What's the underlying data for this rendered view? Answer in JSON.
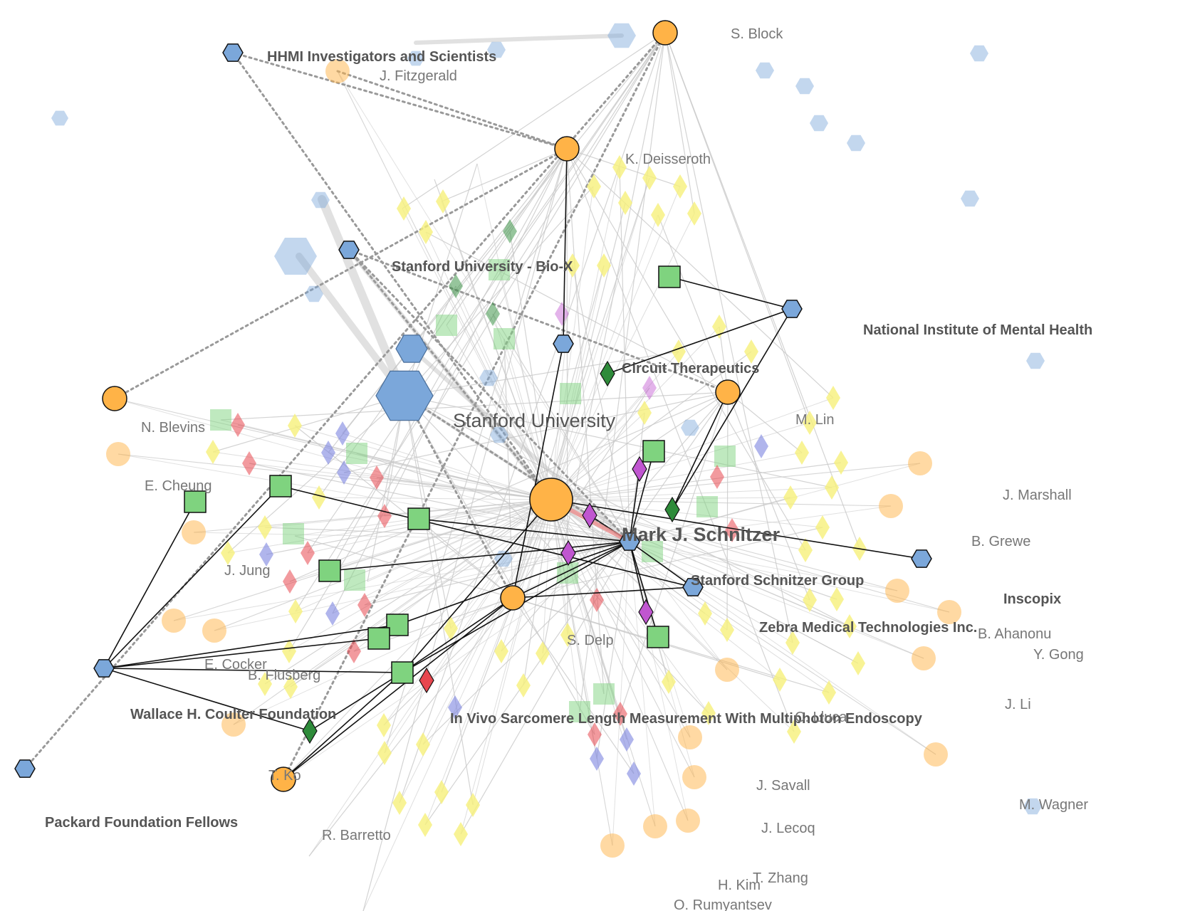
{
  "diagram": {
    "central_person": "Mark J. Schnitzer",
    "colors": {
      "person": "#FFB347",
      "organization": "#7BA7DA",
      "project": "#7FD37F",
      "dark_diamond": "#2E8B3A",
      "purple_diamond": "#C056D0",
      "red_diamond": "#E8474F",
      "blue_diamond": "#7C84E0",
      "yellow_diamond": "#F6F07A",
      "edge_strong": "#111111",
      "edge_faint": "#c9c9c9",
      "edge_dotted": "#999999"
    },
    "people": [
      {
        "id": "schnitzer",
        "label": "Mark J. Schnitzer",
        "emphasis": "center"
      },
      {
        "id": "block",
        "label": "S. Block",
        "emphasis": "strong"
      },
      {
        "id": "fitzgerald",
        "label": "J. Fitzgerald",
        "emphasis": "faded"
      },
      {
        "id": "deisseroth",
        "label": "K. Deisseroth",
        "emphasis": "strong"
      },
      {
        "id": "blevins",
        "label": "N. Blevins",
        "emphasis": "strong"
      },
      {
        "id": "cheung",
        "label": "E. Cheung",
        "emphasis": "faded"
      },
      {
        "id": "jung",
        "label": "J. Jung",
        "emphasis": "faded"
      },
      {
        "id": "cocker",
        "label": "E. Cocker",
        "emphasis": "faded"
      },
      {
        "id": "flusberg",
        "label": "B. Flusberg",
        "emphasis": "faded"
      },
      {
        "id": "ko",
        "label": "T. Ko",
        "emphasis": "faded"
      },
      {
        "id": "barretto",
        "label": "R. Barretto",
        "emphasis": "strong"
      },
      {
        "id": "delp",
        "label": "S. Delp",
        "emphasis": "strong"
      },
      {
        "id": "lin",
        "label": "M. Lin",
        "emphasis": "strong"
      },
      {
        "id": "marshall",
        "label": "J. Marshall",
        "emphasis": "faded"
      },
      {
        "id": "grewe",
        "label": "B. Grewe",
        "emphasis": "faded"
      },
      {
        "id": "ahanonu",
        "label": "B. Ahanonu",
        "emphasis": "faded"
      },
      {
        "id": "gong",
        "label": "Y. Gong",
        "emphasis": "faded"
      },
      {
        "id": "li",
        "label": "J. Li",
        "emphasis": "faded"
      },
      {
        "id": "lluca",
        "label": "C. Lluca",
        "emphasis": "faded"
      },
      {
        "id": "wagner",
        "label": "M. Wagner",
        "emphasis": "faded"
      },
      {
        "id": "savall",
        "label": "J. Savall",
        "emphasis": "faded"
      },
      {
        "id": "lecoq",
        "label": "J. Lecoq",
        "emphasis": "faded"
      },
      {
        "id": "zhang",
        "label": "T. Zhang",
        "emphasis": "faded"
      },
      {
        "id": "kim",
        "label": "H. Kim",
        "emphasis": "faded"
      },
      {
        "id": "rumyantsev",
        "label": "O. Rumyantsev",
        "emphasis": "faded"
      }
    ],
    "organizations": [
      {
        "id": "hhmi",
        "label": "HHMI Investigators and Scientists"
      },
      {
        "id": "biox",
        "label": "Stanford University - Bio-X"
      },
      {
        "id": "stanford",
        "label": "Stanford University"
      },
      {
        "id": "nimh",
        "label": "National Institute of Mental Health"
      },
      {
        "id": "circuit",
        "label": "Circuit Therapeutics"
      },
      {
        "id": "group",
        "label": "Stanford Schnitzer Group"
      },
      {
        "id": "inscopix",
        "label": "Inscopix"
      },
      {
        "id": "zebra",
        "label": "Zebra Medical Technologies Inc."
      },
      {
        "id": "coulter",
        "label": "Wallace H. Coulter Foundation"
      },
      {
        "id": "packard",
        "label": "Packard Foundation Fellows"
      }
    ],
    "projects": [
      {
        "id": "invivo",
        "label": "In Vivo Sarcomere Length Measurement With Multiphoton Endoscopy"
      }
    ]
  }
}
